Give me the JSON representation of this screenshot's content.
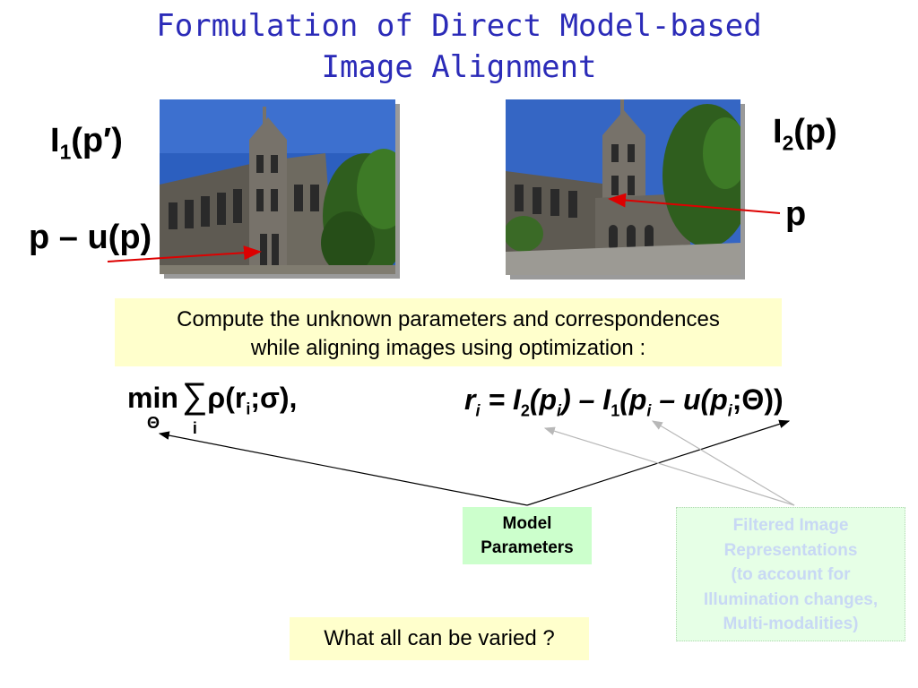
{
  "slide": {
    "title_line1": "Formulation of Direct Model-based",
    "title_line2": "Image Alignment"
  },
  "labels": {
    "i1_base": "I",
    "i1_sub": "1",
    "i1_arg": "(p′)",
    "i2_base": "I",
    "i2_sub": "2",
    "i2_arg": "(p)",
    "p_minus_u": "p – u(p)",
    "p": "p"
  },
  "description": {
    "line1": "Compute the unknown parameters and correspondences",
    "line2": "while aligning images using optimization :"
  },
  "equations": {
    "min_text": "min",
    "theta_sub": "Θ",
    "sum_symbol": "∑",
    "sum_index": "i",
    "rho_text": "ρ(r",
    "rho_sub": "i",
    "rho_rest": ";σ),",
    "residual": "r",
    "residual_sub": "i",
    "residual_eq": " = I",
    "eq_sub2": "2",
    "eq_part2": "(p",
    "eq_sub_i1": "i",
    "eq_part3": ") – I",
    "eq_sub1": "1",
    "eq_part4": "(p",
    "eq_sub_i2": "i",
    "eq_part5": " – u(p",
    "eq_sub_i3": "i",
    "eq_part6": ";Θ))"
  },
  "callouts": {
    "model_line1": "Model",
    "model_line2": "Parameters",
    "filtered_lines": [
      "Filtered Image",
      "Representations",
      "(to account for",
      "Illumination changes,",
      "Multi-modalities)"
    ],
    "question": "What all can be varied ?"
  },
  "colors": {
    "title": "#2b2bb8",
    "yellow_box": "#ffffcc",
    "green_box": "#ccffcc",
    "red_arrow": "#dd0000"
  }
}
